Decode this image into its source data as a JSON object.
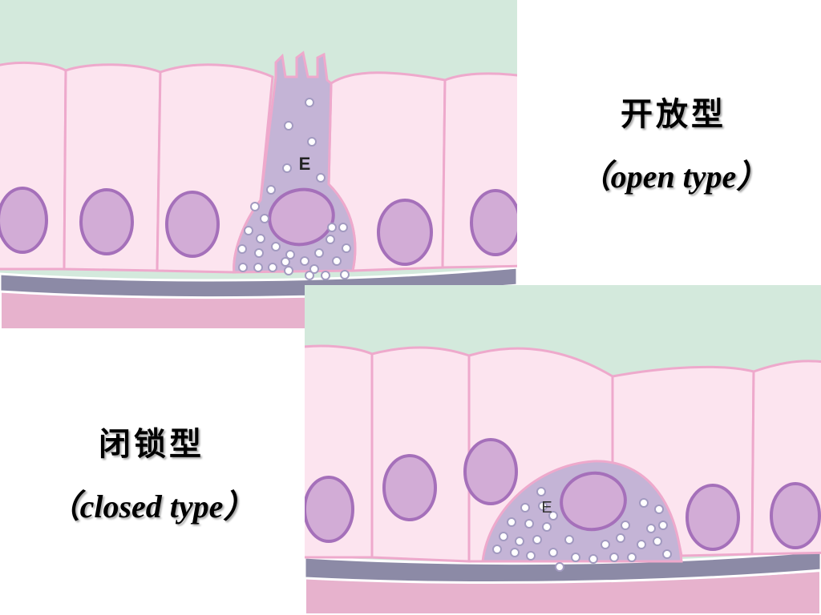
{
  "colors": {
    "lumen": "#d3e9dc",
    "cell_fill": "#fce4ef",
    "cell_border": "#eea9cc",
    "nucleus_fill": "#d2acd6",
    "nucleus_border": "#a570ba",
    "endocrine_cell": "#c4b4d6",
    "granule": "#ffffff",
    "basement_membrane": "#8c8aa6",
    "connective_tissue": "#e7b2cd"
  },
  "open_type": {
    "cell_label": "E",
    "title_cn": "开放型",
    "title_en": "（open type）"
  },
  "closed_type": {
    "cell_label": "E",
    "title_cn": "闭锁型",
    "title_en": "（closed type）"
  }
}
